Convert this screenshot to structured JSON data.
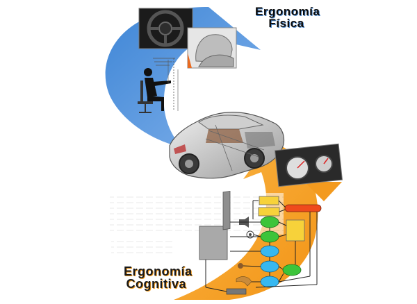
{
  "titles": {
    "fisica": [
      "Ergonomía",
      "Física"
    ],
    "cognitiva": [
      "Ergonomía",
      "Cognitiva"
    ]
  },
  "colors": {
    "blue_arrow": "#4c8fdc",
    "orange_arrow": "#f7a52b",
    "green_node": "#3cc43a",
    "cyan_node": "#37b8f0",
    "red_bar": "#ef4a1c",
    "yellow_box": "#f7d23a",
    "gray_box": "#a9a9a9"
  }
}
